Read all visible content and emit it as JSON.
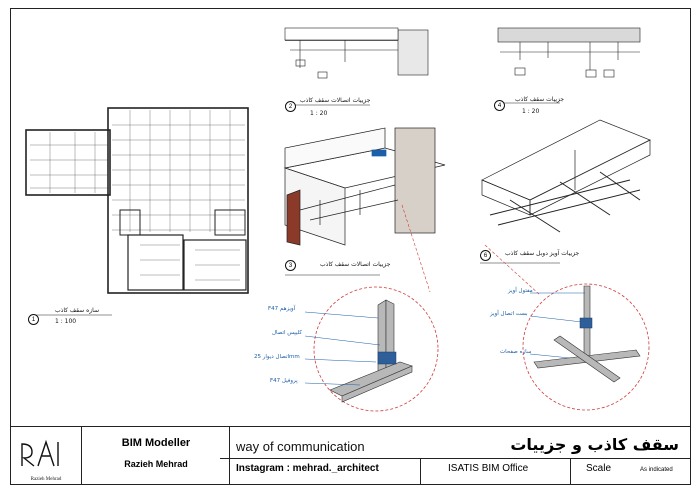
{
  "titleblock": {
    "role": "BIM Modeller",
    "author": "Razieh Mehrad",
    "logo_caption": "Razieh Mehrad",
    "communication": "way of communication",
    "instagram": "Instagram : mehrad._architect",
    "drawing_title": "سقف کاذب و جزییات",
    "office": "ISATIS BIM Office",
    "scale_label": "Scale",
    "scale_value": "As indicated"
  },
  "views": {
    "v1": {
      "number": "1",
      "title": "سازه سقف کاذب",
      "scale": "1 : 100"
    },
    "v2": {
      "number": "2",
      "title": "جزییات اتصالات سقف کاذب",
      "scale": "1 : 20"
    },
    "v3": {
      "number": "3",
      "title": "جزییات اتصالات سقف کاذب"
    },
    "v4": {
      "number": "4",
      "title": "جزییات سقف کاذب",
      "scale": "1 : 20"
    },
    "v6": {
      "number": "6",
      "title": "جزییات آویز دوبل سقف کاذب"
    }
  },
  "callouts_left": [
    "F47 آویزهم",
    "کلیپس اتصال",
    "اتصال دیوار 25mm",
    "F47 پروفیل"
  ],
  "callouts_right": [
    "مفتول آویز",
    "بست اتصال آویز",
    "سازه صفحات"
  ],
  "colors": {
    "line": "#222222",
    "accent_blue": "#1a5fa8",
    "callout_red": "#d23a3a",
    "hatch": "#9a9a9a"
  }
}
